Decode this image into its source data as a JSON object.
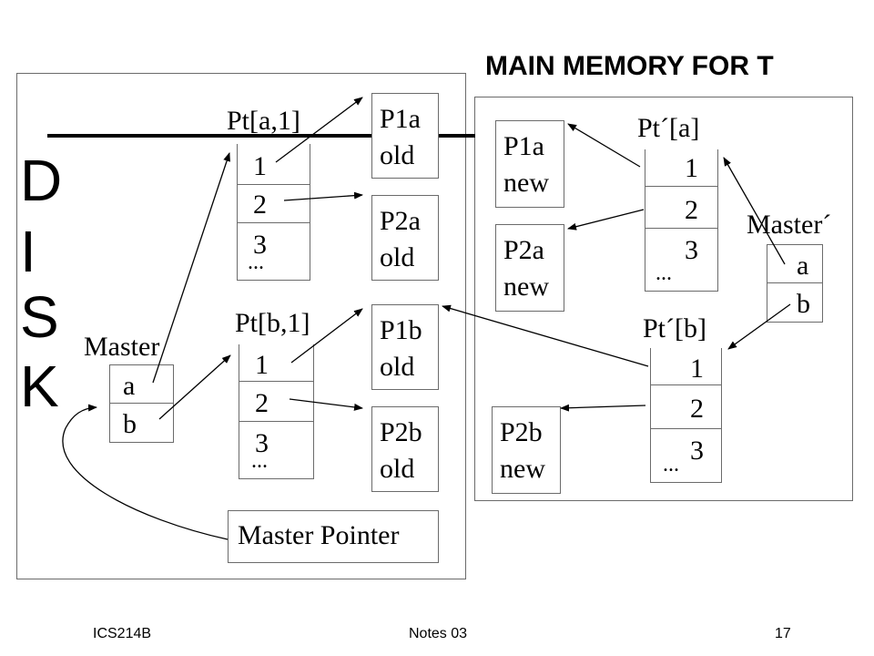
{
  "title": "MAIN MEMORY FOR T",
  "disk_letters": [
    "D",
    "I",
    "S",
    "K"
  ],
  "disk": {
    "master": {
      "label": "Master",
      "entries": [
        "a",
        "b"
      ]
    },
    "pt_a": {
      "label": "Pt[a,1]",
      "entries": [
        "1",
        "2",
        "3",
        "..."
      ]
    },
    "pt_b": {
      "label": "Pt[b,1]",
      "entries": [
        "1",
        "2",
        "3",
        "..."
      ]
    },
    "pages": {
      "p1a_old": "P1a\nold",
      "p2a_old": "P2a\nold",
      "p1b_old": "P1b\nold",
      "p2b_old": "P2b\nold"
    },
    "master_pointer": "Master Pointer"
  },
  "memory": {
    "pt_a": {
      "label": "Pt´[a]",
      "entries": [
        "1",
        "2",
        "3",
        "..."
      ]
    },
    "pt_b": {
      "label": "Pt´[b]",
      "entries": [
        "1",
        "2",
        "3",
        "..."
      ]
    },
    "master": {
      "label": "Master´",
      "entries": [
        "a",
        "b"
      ]
    },
    "pages": {
      "p1a_new": "P1a\nnew",
      "p2a_new": "P2a\nnew",
      "p2b_new": "P2b\nnew"
    }
  },
  "footer": {
    "left": "ICS214B",
    "center": "Notes 03",
    "right": "17"
  }
}
